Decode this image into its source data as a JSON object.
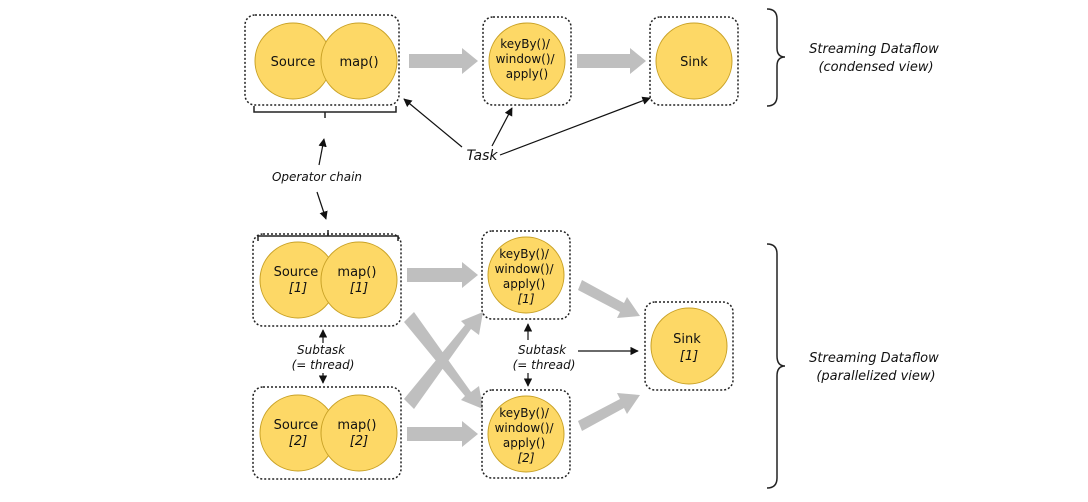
{
  "colors": {
    "node_fill": "#FDD866",
    "node_stroke": "#C9A227",
    "flow_arrow": "#BFBFBF",
    "box_border": "#222222",
    "text": "#111111"
  },
  "condensed": {
    "source": "Source",
    "map": "map()",
    "keyby": [
      "keyBy()/",
      "window()/",
      "apply()"
    ],
    "sink": "Sink",
    "side_label": [
      "Streaming Dataflow",
      "(condensed view)"
    ]
  },
  "annotations": {
    "task": "Task",
    "operator_chain": "Operator chain",
    "subtask_left": [
      "Subtask",
      "(= thread)"
    ],
    "subtask_right": [
      "Subtask",
      "(= thread)"
    ]
  },
  "parallel": {
    "source_1": [
      "Source",
      "[1]"
    ],
    "map_1": [
      "map()",
      "[1]"
    ],
    "source_2": [
      "Source",
      "[2]"
    ],
    "map_2": [
      "map()",
      "[2]"
    ],
    "keyby_1": [
      "keyBy()/",
      "window()/",
      "apply()",
      "[1]"
    ],
    "keyby_2": [
      "keyBy()/",
      "window()/",
      "apply()",
      "[2]"
    ],
    "sink_1": [
      "Sink",
      "[1]"
    ],
    "side_label": [
      "Streaming Dataflow",
      "(parallelized view)"
    ]
  }
}
